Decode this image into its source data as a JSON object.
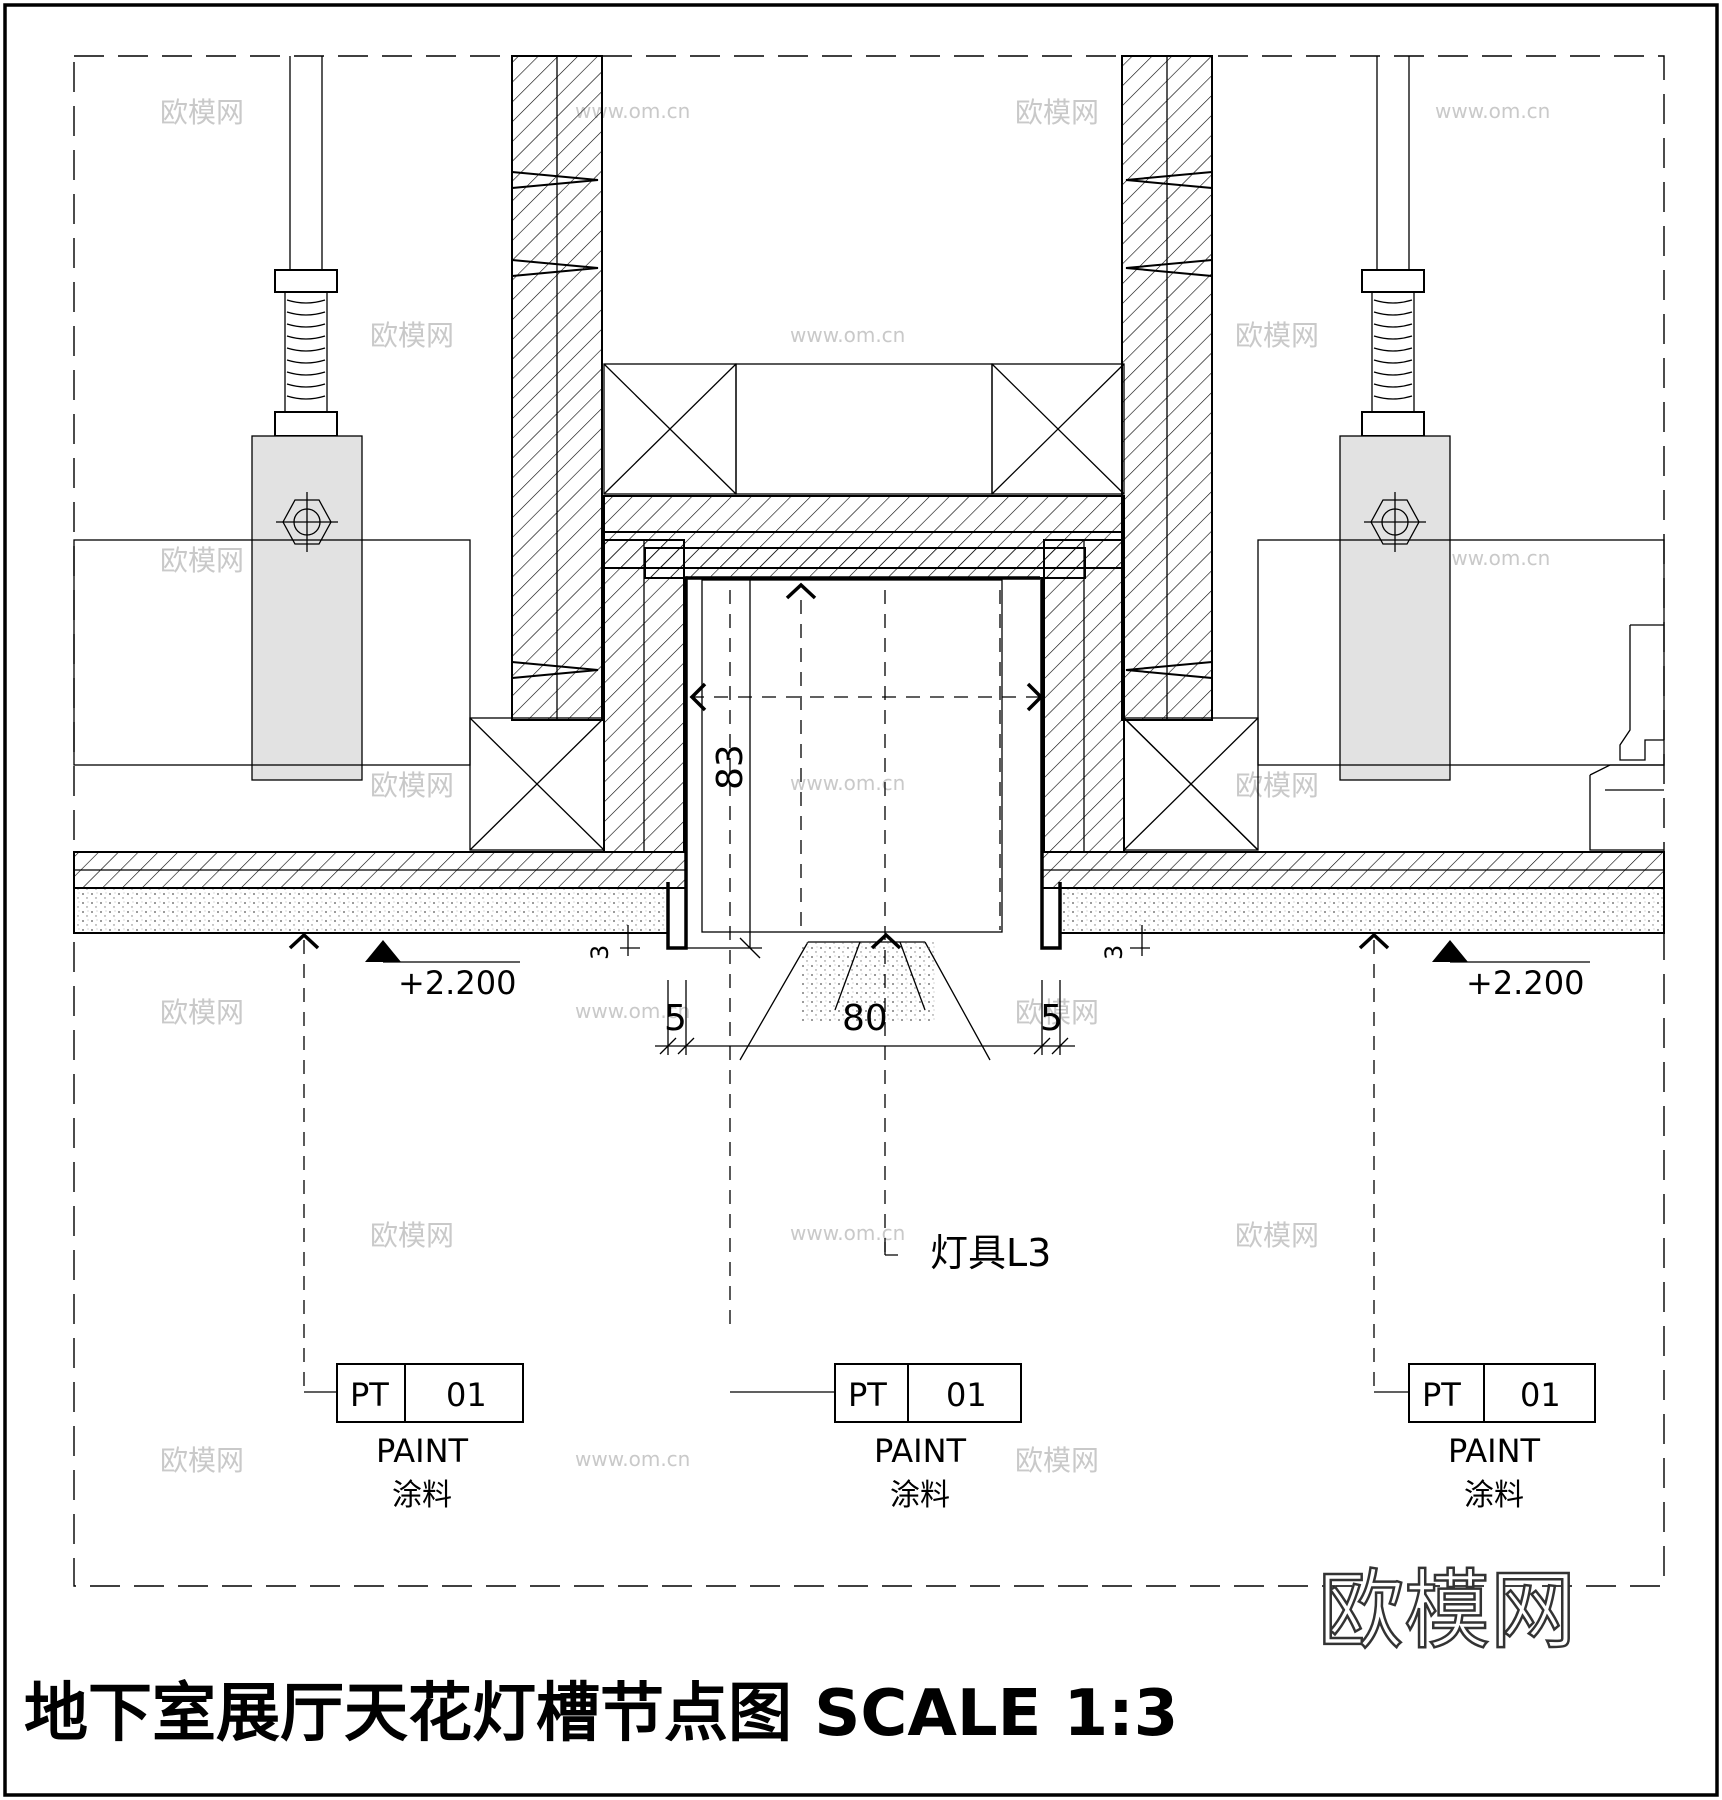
{
  "title": "地下室展厅天花灯槽节点图 SCALE 1:3",
  "logo_text": "欧模网",
  "watermark": {
    "cn": "欧模网",
    "url": "www.om.cn"
  },
  "levels": [
    "+2.200",
    "+2.200"
  ],
  "dimensions": {
    "height": "83",
    "slot_width": "80",
    "side_left": "5",
    "side_right": "5",
    "gap_left": "3",
    "gap_right": "3"
  },
  "fixture_label": "灯具L3",
  "tags": [
    {
      "code": "PT",
      "num": "01",
      "name_en": "PAINT",
      "name_cn": "涂料"
    },
    {
      "code": "PT",
      "num": "01",
      "name_en": "PAINT",
      "name_cn": "涂料"
    },
    {
      "code": "PT",
      "num": "01",
      "name_en": "PAINT",
      "name_cn": "涂料"
    }
  ]
}
